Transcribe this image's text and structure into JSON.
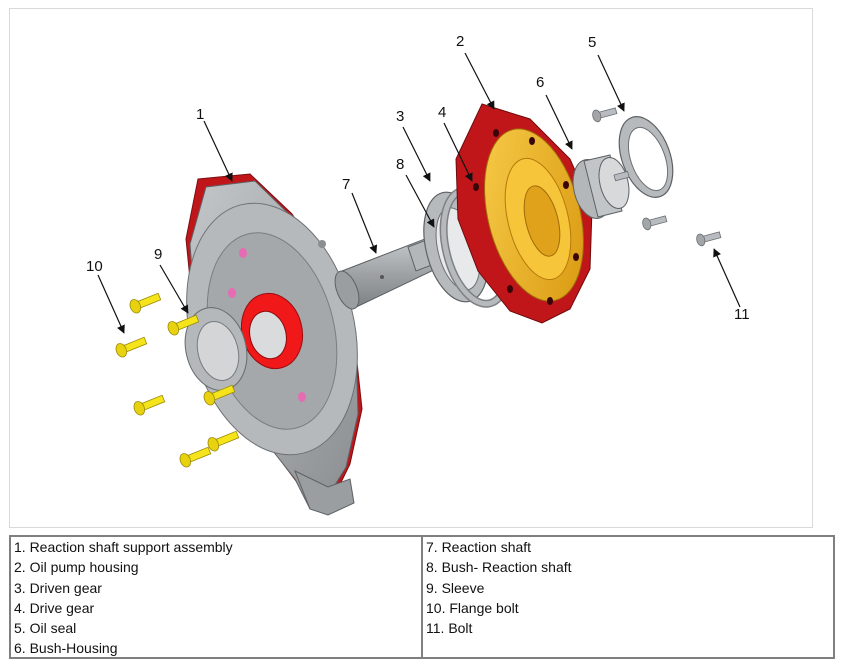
{
  "diagram": {
    "callouts": [
      {
        "id": "1",
        "label": "1"
      },
      {
        "id": "2",
        "label": "2"
      },
      {
        "id": "3",
        "label": "3"
      },
      {
        "id": "4",
        "label": "4"
      },
      {
        "id": "5",
        "label": "5"
      },
      {
        "id": "6",
        "label": "6"
      },
      {
        "id": "7",
        "label": "7"
      },
      {
        "id": "8",
        "label": "8"
      },
      {
        "id": "9",
        "label": "9"
      },
      {
        "id": "10",
        "label": "10"
      },
      {
        "id": "11",
        "label": "11"
      }
    ],
    "colors": {
      "housing_gray": "#a9adb0",
      "housing_dark": "#7d8184",
      "seal_red": "#c0161a",
      "highlight_red": "#f01818",
      "gold": "#f2b51c",
      "bolt_yellow": "#f5e41a",
      "bolt_gray": "#b8bcc0"
    }
  },
  "legend": {
    "left": [
      "1. Reaction shaft support assembly",
      "2. Oil pump housing",
      "3. Driven gear",
      "4. Drive gear",
      "5. Oil seal",
      "6. Bush-Housing"
    ],
    "right": [
      "7. Reaction shaft",
      "8. Bush- Reaction shaft",
      "9. Sleeve",
      "10. Flange bolt",
      "11. Bolt"
    ]
  }
}
